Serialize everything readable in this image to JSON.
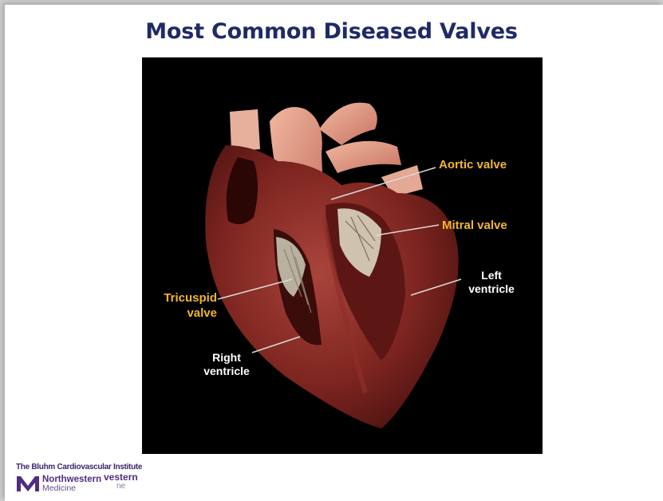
{
  "title": "Most Common Diseased Valves",
  "labels": {
    "aortic": "Aortic valve",
    "mitral": "Mitral valve",
    "tricuspid_line1": "Tricuspid",
    "tricuspid_line2": "valve",
    "left_line1": "Left",
    "left_line2": "ventricle",
    "right_line1": "Right",
    "right_line2": "ventricle"
  },
  "footer": {
    "institute": "The Bluhm Cardiovascular Institute",
    "brand_line1": "Northwestern",
    "brand_line2": "Medicine",
    "ghost_line1": "vestern",
    "ghost_line2": "ne"
  },
  "colors": {
    "title": "#1f2a66",
    "label_gold": "#f3b72a",
    "label_white": "#ffffff",
    "brand_purple": "#4f2d7f"
  }
}
